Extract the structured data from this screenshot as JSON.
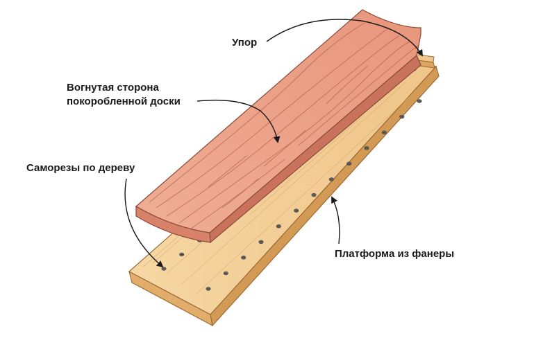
{
  "labels": {
    "stop": "Упор",
    "concave_line1": "Вогнутая сторона",
    "concave_line2": "покоробленной доски",
    "screws": "Саморезы по дереву",
    "platform": "Платформа из фанеры"
  },
  "colors": {
    "plywood_top": "#f3cf96",
    "plywood_edge": "#d9a35e",
    "board_top": "#eba088",
    "board_edge": "#d98069",
    "grain": "#b8624c",
    "screw": "#6a6a6a",
    "leader": "#1a1a1a"
  }
}
